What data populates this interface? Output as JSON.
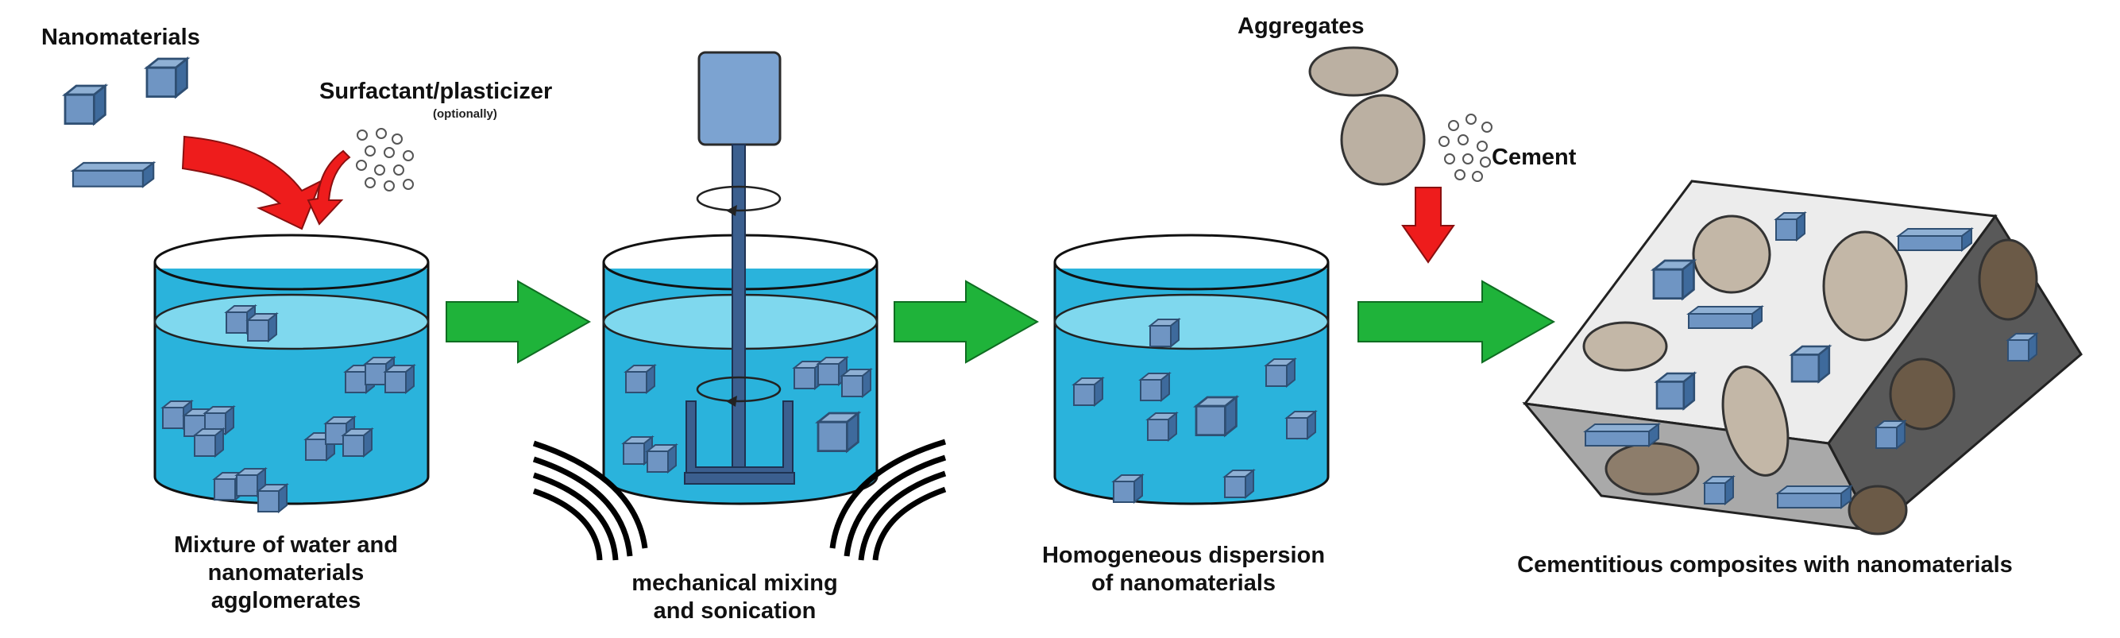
{
  "labels": {
    "nanomaterials": "Nanomaterials",
    "surfactant": "Surfactant/plasticizer",
    "optionally": "(optionally)",
    "aggregates": "Aggregates",
    "cement": "Cement",
    "stage1_line1": "Mixture of water and",
    "stage1_line2": "nanomaterials",
    "stage1_line3": "agglomerates",
    "stage2_line1": "mechanical mixing",
    "stage2_line2": "and  sonication",
    "stage3_line1": "Homogeneous dispersion",
    "stage3_line2": "of nanomaterials",
    "stage4_line1": "Cementitious  composites with nanomaterials"
  },
  "colors": {
    "water": "#2ab3dc",
    "water_surface": "#7fd8ee",
    "cube": "#6f95c3",
    "flow_arrow": "#1fb33a",
    "input_arrow": "#ee1c1c",
    "aggregate": "#bbb0a2",
    "composite_top": "#ececec",
    "composite_front": "#a9a9a9",
    "composite_side": "#595959",
    "motor": "#7ca3d1"
  },
  "icons": {
    "stirrer": "impeller-icon",
    "rotation": "rotation-arrow-icon",
    "sonication": "sound-wave-icon"
  }
}
